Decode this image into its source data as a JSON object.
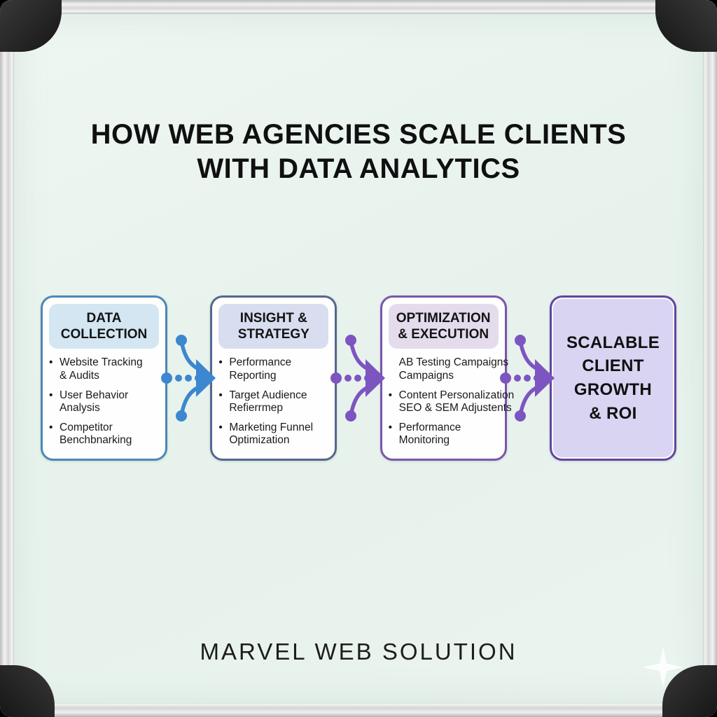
{
  "board": {
    "title_line1": "HOW WEB AGENCIES SCALE CLIENTS",
    "title_line2": "WITH DATA ANALYTICS",
    "footer_brand": "MARVEL WEB SOLUTION"
  },
  "colors": {
    "stage1_accent": "#4b89b4",
    "stage1_header_bg": "#d3e6f2",
    "stage2_accent": "#55678f",
    "stage2_header_bg": "#d8def0",
    "stage3_accent": "#7a55ab",
    "stage3_header_bg": "#e4dcec",
    "stage4_accent": "#63459f",
    "stage4_bg": "#d8d4f2",
    "arrow1": "#3c87cf",
    "arrow2": "#7d55c1",
    "arrow3": "#7d55c1"
  },
  "flow": {
    "stages": [
      {
        "title_line1": "DATA",
        "title_line2": "COLLECTION",
        "items": [
          {
            "marker": "•",
            "line1": "Website Tracking",
            "line2": "& Audits"
          },
          {
            "marker": "•",
            "line1": "User Behavior",
            "line2": "Analysis"
          },
          {
            "marker": "•",
            "line1": "Competitor",
            "line2": "Benchbnarking"
          }
        ]
      },
      {
        "title_line1": "INSIGHT &",
        "title_line2": "STRATEGY",
        "items": [
          {
            "marker": "•",
            "line1": "Performance",
            "line2": "Reporting"
          },
          {
            "marker": "•",
            "line1": "Target Audience",
            "line2": "Refierrmep"
          },
          {
            "marker": "•",
            "line1": "Marketing Funnel",
            "line2": "Optimization"
          }
        ]
      },
      {
        "title_line1": "OPTIMIZATION",
        "title_line2": "& EXECUTION",
        "items": [
          {
            "marker": "",
            "line1": "AB Testing Campaigns",
            "line2": "Campaigns"
          },
          {
            "marker": "•",
            "line1": "Content Personalization",
            "line2": "SEO & SEM Adjustents"
          },
          {
            "marker": "•",
            "line1": "Performance",
            "line2": "Monitoring"
          }
        ]
      },
      {
        "final_line1": "SCALABLE",
        "final_line2": "CLIENT",
        "final_line3": "GROWTH",
        "final_line4": "& ROI"
      }
    ]
  }
}
